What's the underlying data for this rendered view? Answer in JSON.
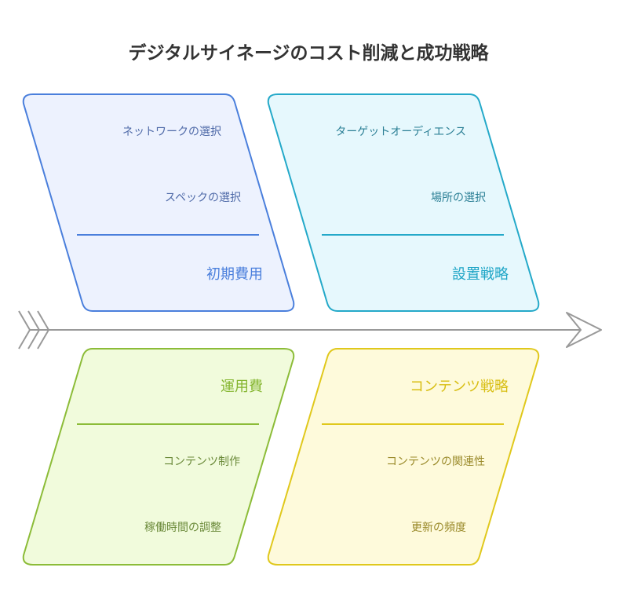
{
  "title": "デジタルサイネージのコスト削減と成功戦略",
  "categories": [
    {
      "id": "initial-cost",
      "label": "初期費用",
      "causes": [
        "ネットワークの選択",
        "スペックの選択"
      ],
      "colors": {
        "fill": "#edf2fe",
        "stroke": "#4a7fdc",
        "text": "#4a7fdc",
        "subtext": "#4f6aa8"
      }
    },
    {
      "id": "placement-strategy",
      "label": "設置戦略",
      "causes": [
        "ターゲットオーディエンス",
        "場所の選択"
      ],
      "colors": {
        "fill": "#e6f8fd",
        "stroke": "#24a9c9",
        "text": "#1ea5c6",
        "subtext": "#2b7f95"
      }
    },
    {
      "id": "operating-cost",
      "label": "運用費",
      "causes": [
        "コンテンツ制作",
        "稼働時間の調整"
      ],
      "colors": {
        "fill": "#f1fbdc",
        "stroke": "#8cbc38",
        "text": "#84b52f",
        "subtext": "#6b8a3a"
      }
    },
    {
      "id": "content-strategy",
      "label": "コンテンツ戦略",
      "causes": [
        "コンテンツの関連性",
        "更新の頻度"
      ],
      "colors": {
        "fill": "#fefadb",
        "stroke": "#e0c81c",
        "text": "#d8be12",
        "subtext": "#9a8a2a"
      }
    }
  ],
  "spine": {
    "color": "#999999"
  }
}
